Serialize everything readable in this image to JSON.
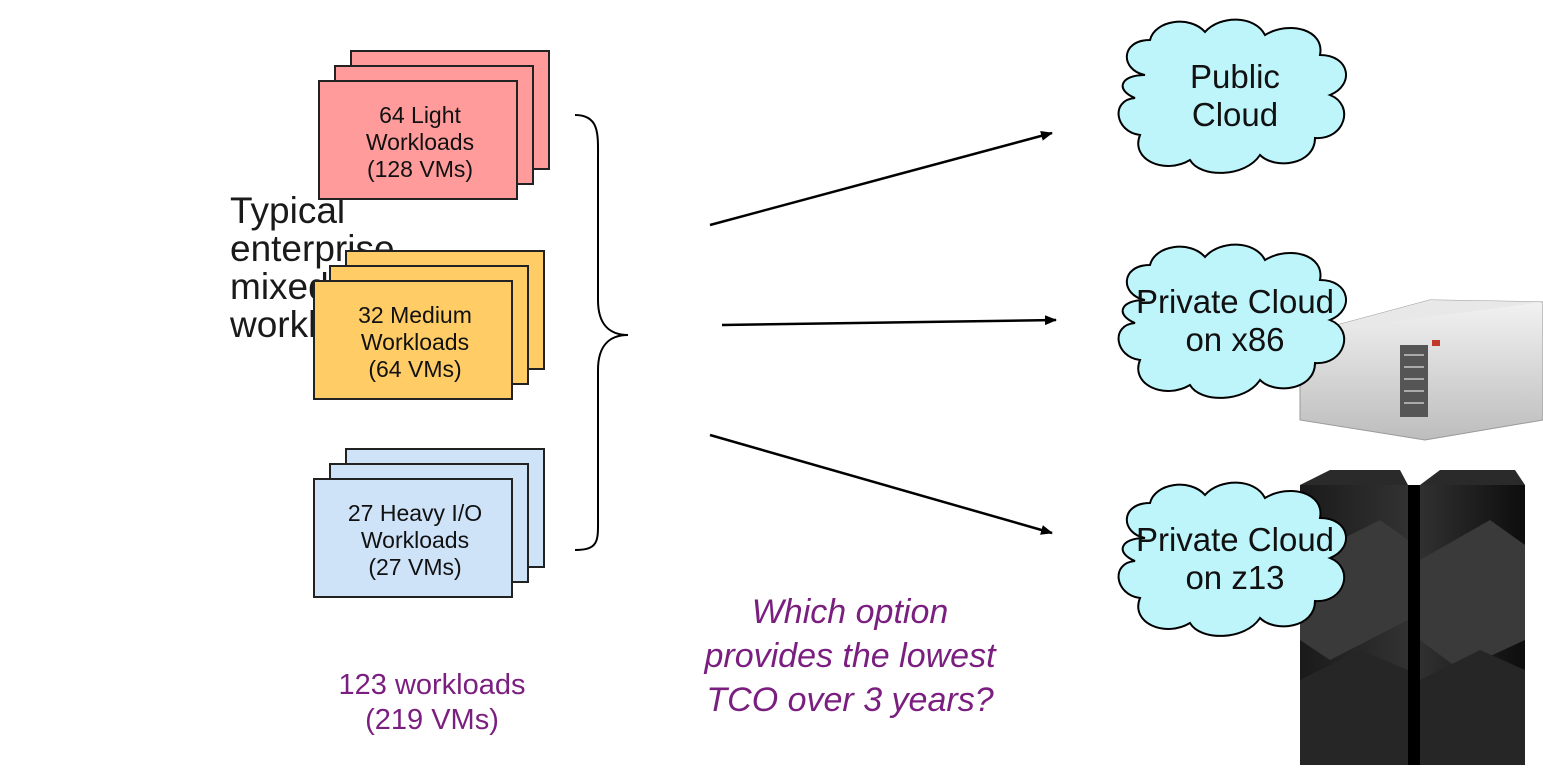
{
  "subject_label": "Typical\nenterprise\nmixed\nworkloads",
  "workload_groups": [
    {
      "label": "64 Light\nWorkloads\n(128 VMs)",
      "color": "#ff9b9b"
    },
    {
      "label": "32 Medium\nWorkloads\n(64 VMs)",
      "color": "#ffcc66"
    },
    {
      "label": "27 Heavy I/O\nWorkloads\n(27 VMs)",
      "color": "#cfe3f8"
    }
  ],
  "summary": "123 workloads\n(219 VMs)",
  "question": "Which option\nprovides the lowest\nTCO over 3 years?",
  "options": [
    {
      "label": "Public\nCloud",
      "color": "#bdf5fb"
    },
    {
      "label": "Private Cloud\non x86",
      "color": "#bdf5fb"
    },
    {
      "label": "Private Cloud\non z13",
      "color": "#bdf5fb"
    }
  ],
  "colors": {
    "accent_text": "#7a1f7f",
    "cloud_fill": "#bdf5fb"
  }
}
